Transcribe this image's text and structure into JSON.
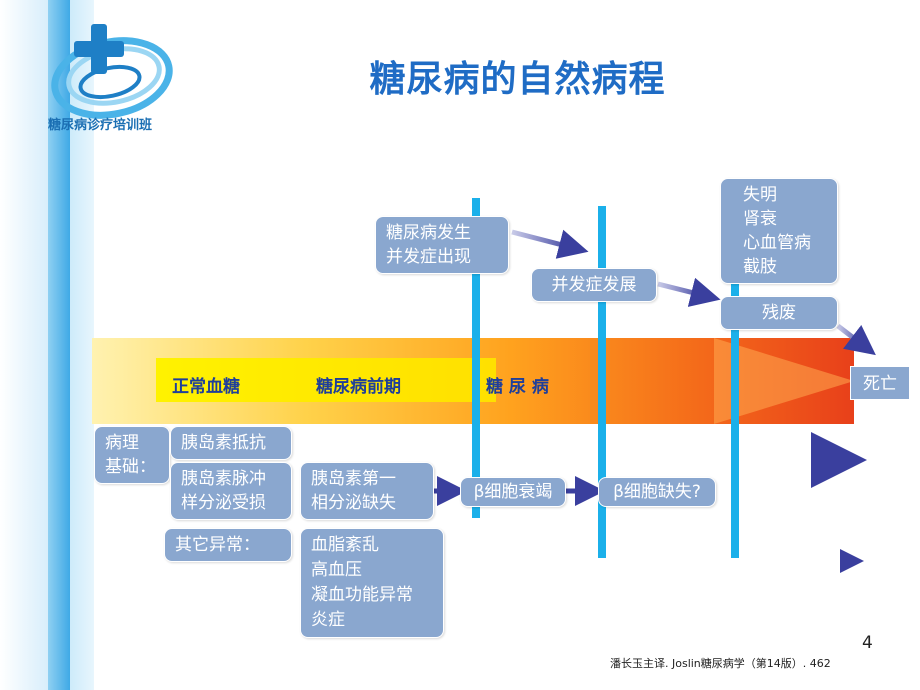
{
  "title": "糖尿病的自然病程",
  "logo": {
    "text": "糖尿病诊疗培训班",
    "icon": "medical-cross-icon"
  },
  "band": {
    "stages": [
      "正常血糖",
      "糖尿病前期",
      "糖 尿 病"
    ],
    "end_label": "死亡"
  },
  "events": {
    "onset": [
      "糖尿病发生",
      "并发症出现"
    ],
    "complication_progress": "并发症发展",
    "outcomes": [
      "失明",
      "肾衰",
      "心血管病",
      "截肢"
    ],
    "disability": "残废"
  },
  "pathology": {
    "label": [
      "病理",
      "基础："
    ],
    "insulin_resistance": "胰岛素抵抗",
    "pulse_impairment": [
      "胰岛素脉冲",
      "样分泌受损"
    ],
    "first_phase_loss": [
      "胰岛素第一",
      "相分泌缺失"
    ],
    "beta_exhaustion": "β细胞衰竭",
    "beta_loss": "β细胞缺失?",
    "other_label": "其它异常：",
    "other_items": [
      "血脂紊乱",
      "高血压",
      "凝血功能异常",
      "炎症"
    ]
  },
  "footer": {
    "page_number": "4",
    "citation": "潘长玉主译. Joslin糖尿病学（第14版）. 462"
  },
  "colors": {
    "title": "#1f6cc5",
    "box": "#8aa7cf",
    "vline": "#1bb0ea",
    "arrow": "#3a3f9e",
    "stage_text": "#1f3f9a"
  }
}
